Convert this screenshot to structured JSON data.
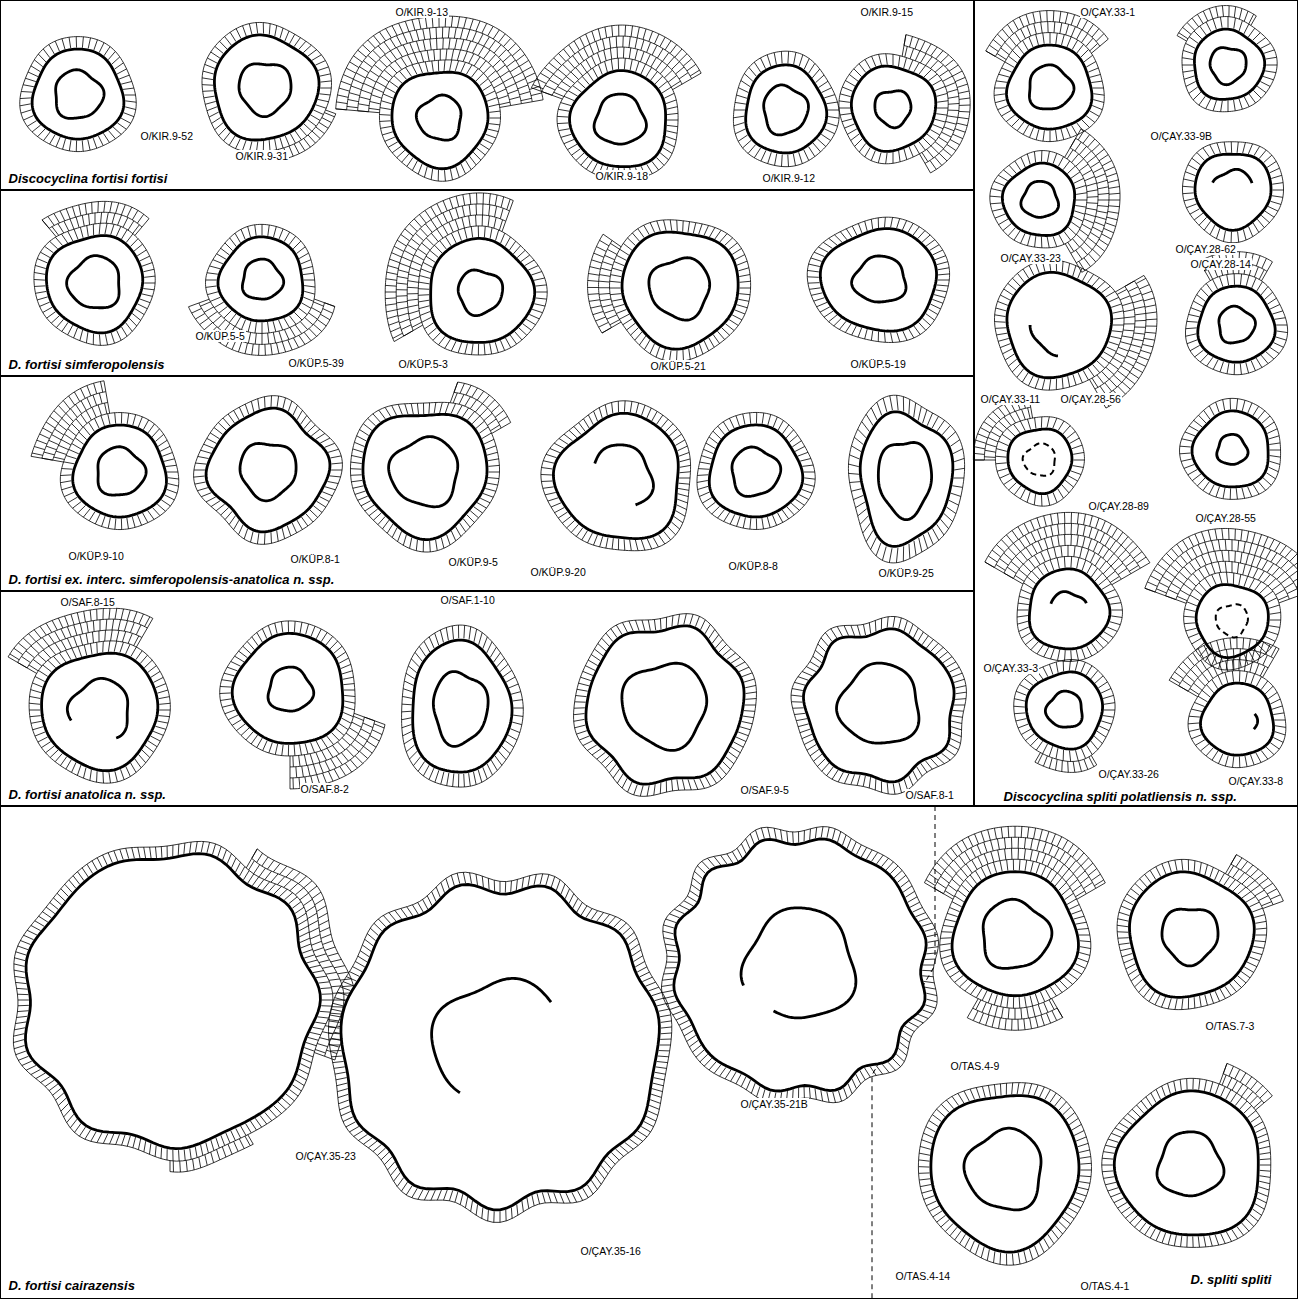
{
  "diagram": {
    "nodes": [
      {
        "text": [
          "Discocyclina fortisi fortisi",
          "O/KIR.9-52",
          "O/KIR.9-31",
          "O/KIR.9-13",
          "O/KIR.9-18",
          "O/KIR.9-12",
          "O/KIR.9-15"
        ]
      },
      {
        "text": [
          "D. fortisi simferopolensis",
          "O/KÜP.5-5",
          "O/KÜP.5-39",
          "O/KÜP.5-3",
          "O/KÜP.5-21",
          "O/KÜP.5-19"
        ]
      },
      {
        "text": [
          "D. fortisi ex. interc. simferopolensis-anatolica n. ssp.",
          "O/KÜP.9-10",
          "O/KÜP.8-1",
          "O/KÜP.9-5",
          "O/KÜP.9-20",
          "O/KÜP.8-8",
          "O/KÜP.9-25"
        ]
      },
      {
        "text": [
          "D. fortisi anatolica n. ssp.",
          "O/SAF.8-15",
          "O/SAF.8-2",
          "O/SAF.1-10",
          "O/SAF.9-5",
          "O/SAF.8-1"
        ]
      },
      {
        "text": [
          "Discocyclina spliti polatliensis n. ssp.",
          "O/ÇAY.33-1",
          "O/ÇAY.33-9B",
          "O/ÇAY.28-62",
          "O/ÇAY.33-23",
          "O/ÇAY.28-14",
          "O/ÇAY.33-11",
          "O/ÇAY.28-56",
          "O/ÇAY.28-89",
          "O/ÇAY.33-3",
          "O/ÇAY.28-55",
          "O/ÇAY.33-26",
          "O/ÇAY.33-8"
        ]
      },
      {
        "text": [
          "D. fortisi cairazensis",
          "O/ÇAY.35-23",
          "O/ÇAY.35-16",
          "O/ÇAY.35-21B",
          "D. spliti spliti",
          "O/TAS.4-9",
          "O/TAS.7-3",
          "O/TAS.4-14",
          "O/TAS.4-1"
        ]
      }
    ]
  }
}
